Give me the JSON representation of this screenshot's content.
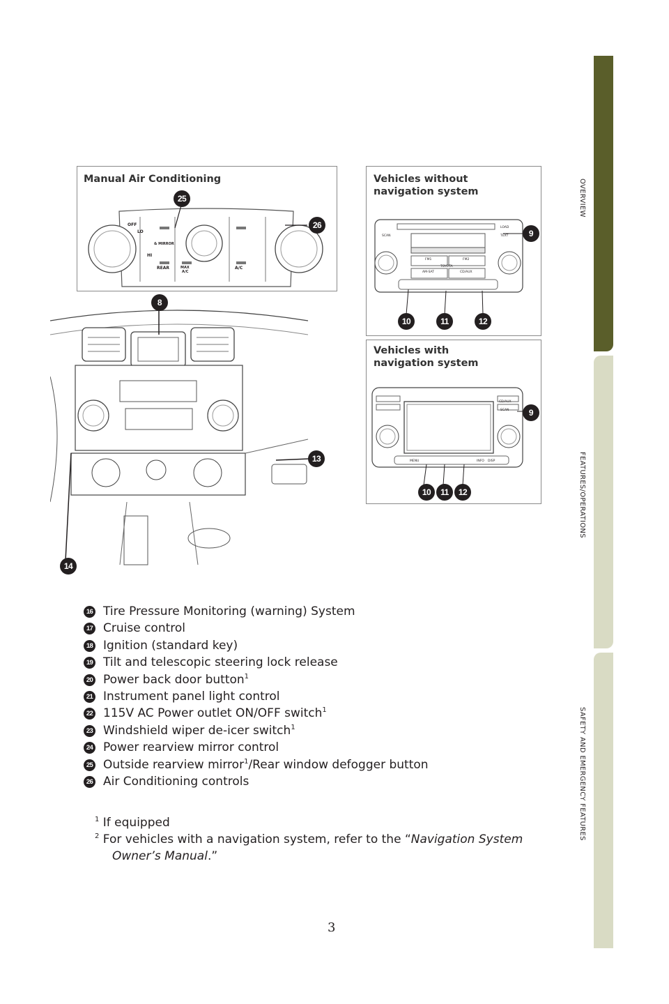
{
  "side_tabs": [
    {
      "label": "OVERVIEW",
      "color": "#5a5e2a"
    },
    {
      "label": "FEATURES/OPERATIONS",
      "color": "#d9dbc4"
    },
    {
      "label": "SAFETY AND EMERGENCY FEATURES",
      "color": "#d9dbc4"
    }
  ],
  "panels": {
    "manual_ac": {
      "title": "Manual Air Conditioning",
      "callouts": [
        "25",
        "26"
      ]
    },
    "without_nav": {
      "title_line1": "Vehicles without",
      "title_line2": "navigation system",
      "callouts": [
        "9",
        "10",
        "11",
        "12"
      ]
    },
    "with_nav": {
      "title_line1": "Vehicles with",
      "title_line2": "navigation system",
      "callouts": [
        "9",
        "10",
        "11",
        "12"
      ]
    },
    "dashboard": {
      "callouts": [
        "8",
        "13",
        "14"
      ]
    }
  },
  "items": [
    {
      "num": "16",
      "text": "Tire Pressure Monitoring (warning) System",
      "sup": ""
    },
    {
      "num": "17",
      "text": "Cruise control",
      "sup": ""
    },
    {
      "num": "18",
      "text": "Ignition (standard key)",
      "sup": ""
    },
    {
      "num": "19",
      "text": "Tilt and telescopic steering lock release",
      "sup": ""
    },
    {
      "num": "20",
      "text": "Power back door button",
      "sup": "1"
    },
    {
      "num": "21",
      "text": "Instrument panel light control",
      "sup": ""
    },
    {
      "num": "22",
      "text": "115V AC Power outlet ON/OFF switch",
      "sup": "1"
    },
    {
      "num": "23",
      "text": "Windshield wiper de-icer switch",
      "sup": "1"
    },
    {
      "num": "24",
      "text": "Power rearview mirror control",
      "sup": ""
    },
    {
      "num": "25",
      "text": "Outside rearview mirror",
      "sup": "1",
      "text_after": "/Rear window defogger button"
    },
    {
      "num": "26",
      "text": "Air Conditioning controls",
      "sup": ""
    }
  ],
  "footnotes": {
    "note1_mark": "1",
    "note1": "If equipped",
    "note2_mark": "2",
    "note2_prefix": "For vehicles with a navigation system, refer to the “",
    "note2_italic": "Navigation System",
    "note2_italic_line2": "Owner’s Manual",
    "note2_suffix": ".”"
  },
  "ac_panel_labels": {
    "off": "OFF",
    "lo": "LO",
    "hi": "HI",
    "mirror": "& MIRROR",
    "rear": "REAR",
    "max": "MAX",
    "ac_small": "A/C",
    "ac": "A/C"
  },
  "radio_labels": {
    "load": "LOAD",
    "text": "TEXT",
    "scan": "SCAN",
    "toyota": "TOYOTA",
    "am_sat": "AM-SAT",
    "cd": "CD/AUX",
    "fm1": "FM1",
    "fm2": "FM2"
  },
  "nav_labels": {
    "menu": "MENU",
    "info": "INFO",
    "disp": "DISP",
    "scan": "SCAN",
    "cd": "CD/AUX"
  },
  "page_number": "3"
}
